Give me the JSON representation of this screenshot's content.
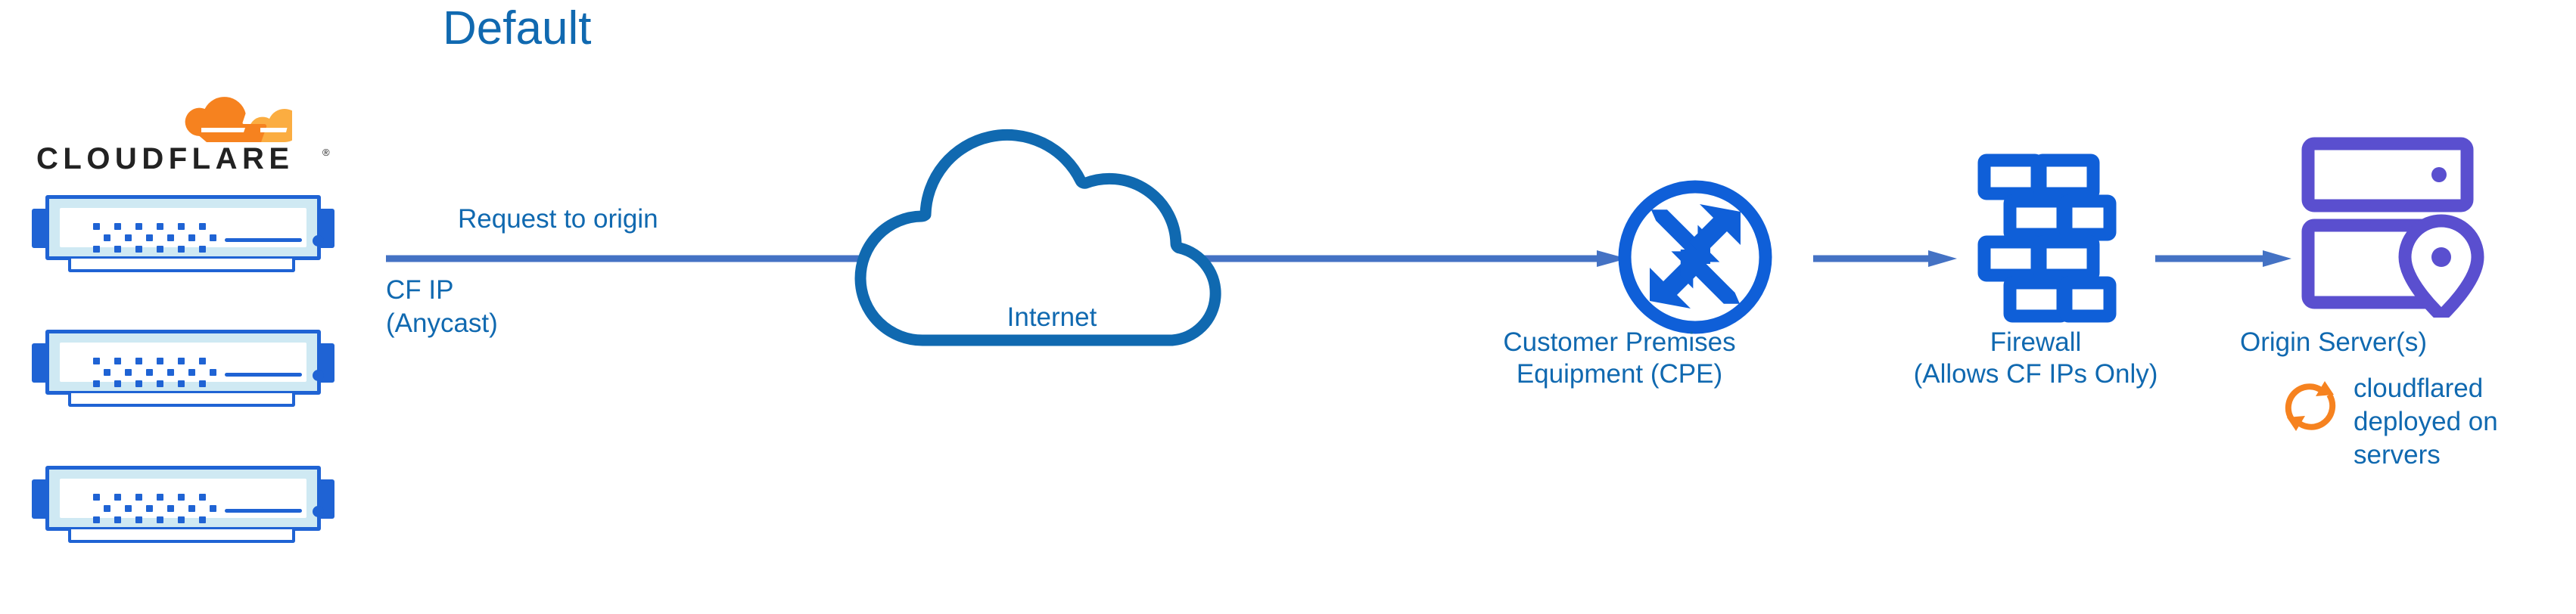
{
  "title": "Default",
  "colors": {
    "heading_blue": "#1069b0",
    "label_blue": "#1069b0",
    "icon_blue": "#0f5fd8",
    "cloud_blue": "#1069b0",
    "arrow_blue": "#4472c4",
    "origin_purple": "#5a4fcf",
    "cloudflare_orange": "#f6821f",
    "cloudflare_orange_light": "#fbad41",
    "rack_border": "#1f63d4",
    "rack_fill": "#cfe9f3",
    "wordmark_black": "#222222",
    "background": "#ffffff"
  },
  "brand": {
    "wordmark": "CLOUDFLARE",
    "registered_mark": "®",
    "logo_icon": "cloudflare-cloud-logo"
  },
  "edge_nodes": {
    "count": 3,
    "icon": "server-rack-icon",
    "label_lines": "CF IP\n(Anycast)"
  },
  "flow": {
    "request_label": "Request to origin",
    "arrows": [
      {
        "name": "arrow-edge-to-cpe",
        "from": "cloudflare-edge",
        "to": "customer-premises-equipment"
      },
      {
        "name": "arrow-cpe-to-firewall",
        "from": "customer-premises-equipment",
        "to": "firewall"
      },
      {
        "name": "arrow-firewall-to-origin",
        "from": "firewall",
        "to": "origin-server"
      }
    ]
  },
  "nodes": [
    {
      "id": "internet",
      "icon": "cloud-icon",
      "label": "Internet"
    },
    {
      "id": "cpe",
      "icon": "router-icon",
      "label": "Customer Premises\nEquipment (CPE)"
    },
    {
      "id": "firewall",
      "icon": "brick-wall-icon",
      "label": "Firewall\n(Allows CF IPs Only)"
    },
    {
      "id": "origin",
      "icon": "server-location-pin-icon",
      "label": "Origin Server(s)"
    }
  ],
  "annotation": {
    "icon": "sync-arrows-icon",
    "text": "cloudflared\ndeployed on\nservers"
  }
}
